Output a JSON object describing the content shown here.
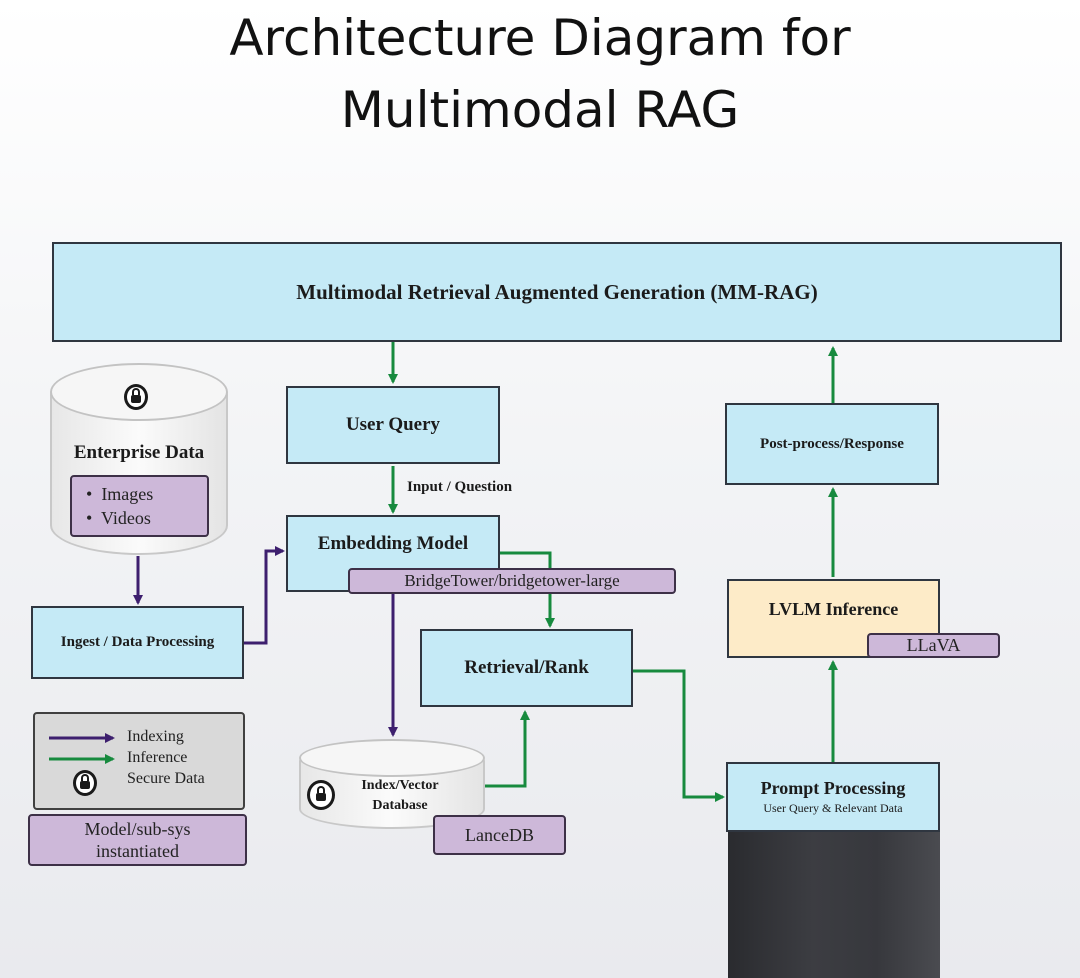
{
  "title_line1": "Architecture Diagram for",
  "title_line2": "Multimodal RAG",
  "mmrag": "Multimodal Retrieval Augmented Generation (MM-RAG)",
  "enterprise": {
    "title": "Enterprise Data",
    "items": [
      "Images",
      "Videos"
    ]
  },
  "ingest": "Ingest / Data Processing",
  "user_query": "User Query",
  "input_question": "Input / Question",
  "embedding": {
    "title": "Embedding Model",
    "model": "BridgeTower/bridgetower-large"
  },
  "retrieval": "Retrieval/Rank",
  "index_db": {
    "line1": "Index/Vector",
    "line2": "Database",
    "tag": "LanceDB"
  },
  "prompt": {
    "title": "Prompt Processing",
    "sub": "User Query & Relevant Data"
  },
  "lvlm": {
    "title": "LVLM Inference",
    "tag": "LLaVA"
  },
  "postprocess": "Post-process/Response",
  "legend": {
    "indexing": "Indexing",
    "inference": "Inference",
    "secure": "Secure Data"
  },
  "model_tag": {
    "line1": "Model/sub-sys",
    "line2": "instantiated"
  },
  "colors": {
    "indexing": "#3d1f6e",
    "inference": "#178a3e",
    "box": "#c5eaf6",
    "lvlm": "#fdebc8",
    "tag": "#cdb8d9"
  }
}
